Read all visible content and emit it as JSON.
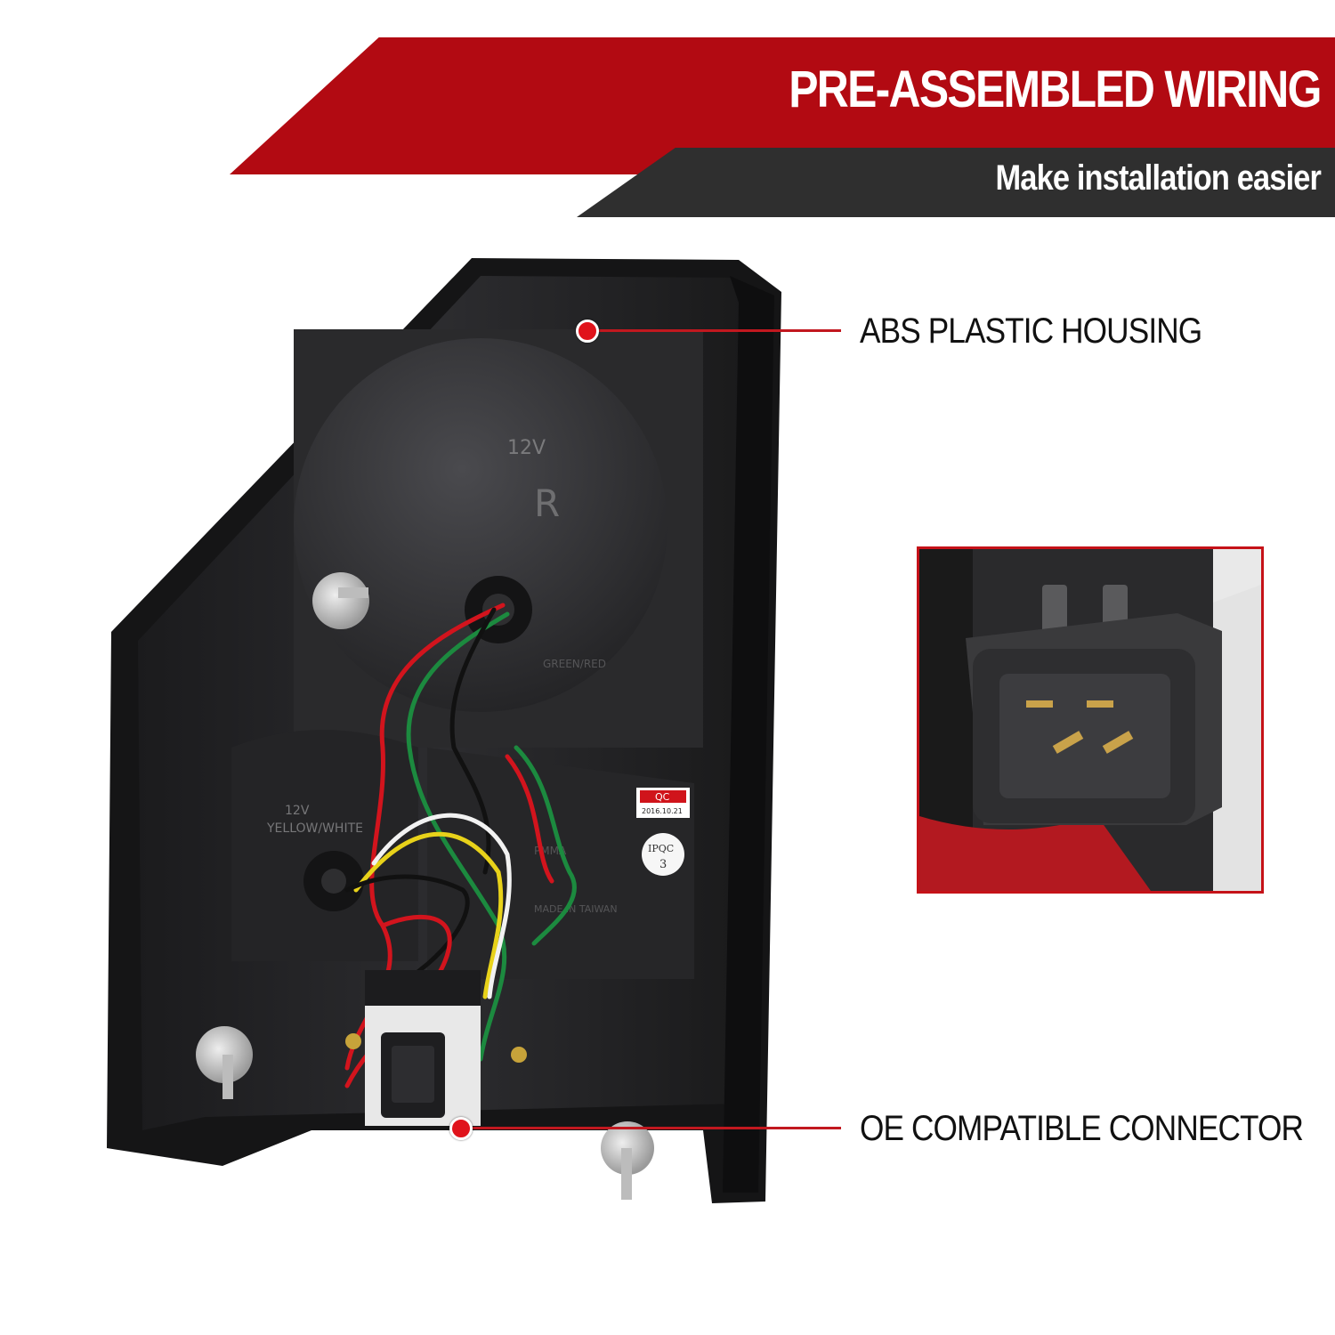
{
  "banner": {
    "headline": "PRE-ASSEMBLED WIRING",
    "subline": "Make installation easier",
    "colors": {
      "red": "#b20a12",
      "dark": "#2f2f2f",
      "text": "#ffffff"
    }
  },
  "callouts": [
    {
      "label": "ABS PLASTIC HOUSING"
    },
    {
      "label": "OE COMPATIBLE CONNECTOR"
    }
  ],
  "product": {
    "markings": {
      "voltage_top": "12V",
      "letter": "R",
      "upper_wires": "GREEN/RED",
      "lower_voltage": "12V",
      "lower_wires": "YELLOW/WHITE",
      "qc_label": "QC",
      "qc_date": "2016.10.21",
      "ipqc_label": "IPQC",
      "ipqc_number": "3",
      "material": "PMMA",
      "origin": "MADE IN TAIWAN"
    },
    "wire_colors": {
      "red": "#d2141d",
      "green": "#1c8a3f",
      "yellow": "#e8d21a",
      "white": "#f2f2f2",
      "black": "#111111"
    }
  },
  "inset": {
    "subject": "connector-closeup",
    "accent": "#c51218"
  }
}
